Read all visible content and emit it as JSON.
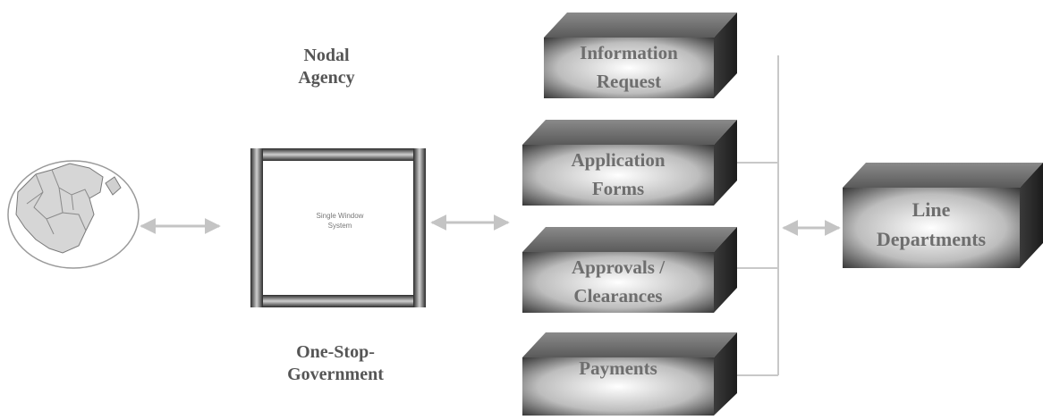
{
  "nodal_agency": {
    "line1": "Nodal",
    "line2": "Agency"
  },
  "one_stop": {
    "line1": "One-Stop-",
    "line2": "Government"
  },
  "single_window": {
    "line1": "Single Window",
    "line2": "System"
  },
  "services": [
    {
      "line1": "Information",
      "line2": "Request"
    },
    {
      "line1": "Application",
      "line2": "Forms"
    },
    {
      "line1": "Approvals /",
      "line2": "Clearances"
    },
    {
      "line1": "Payments",
      "line2": ""
    }
  ],
  "line_departments": {
    "line1": "Line",
    "line2": "Departments"
  }
}
